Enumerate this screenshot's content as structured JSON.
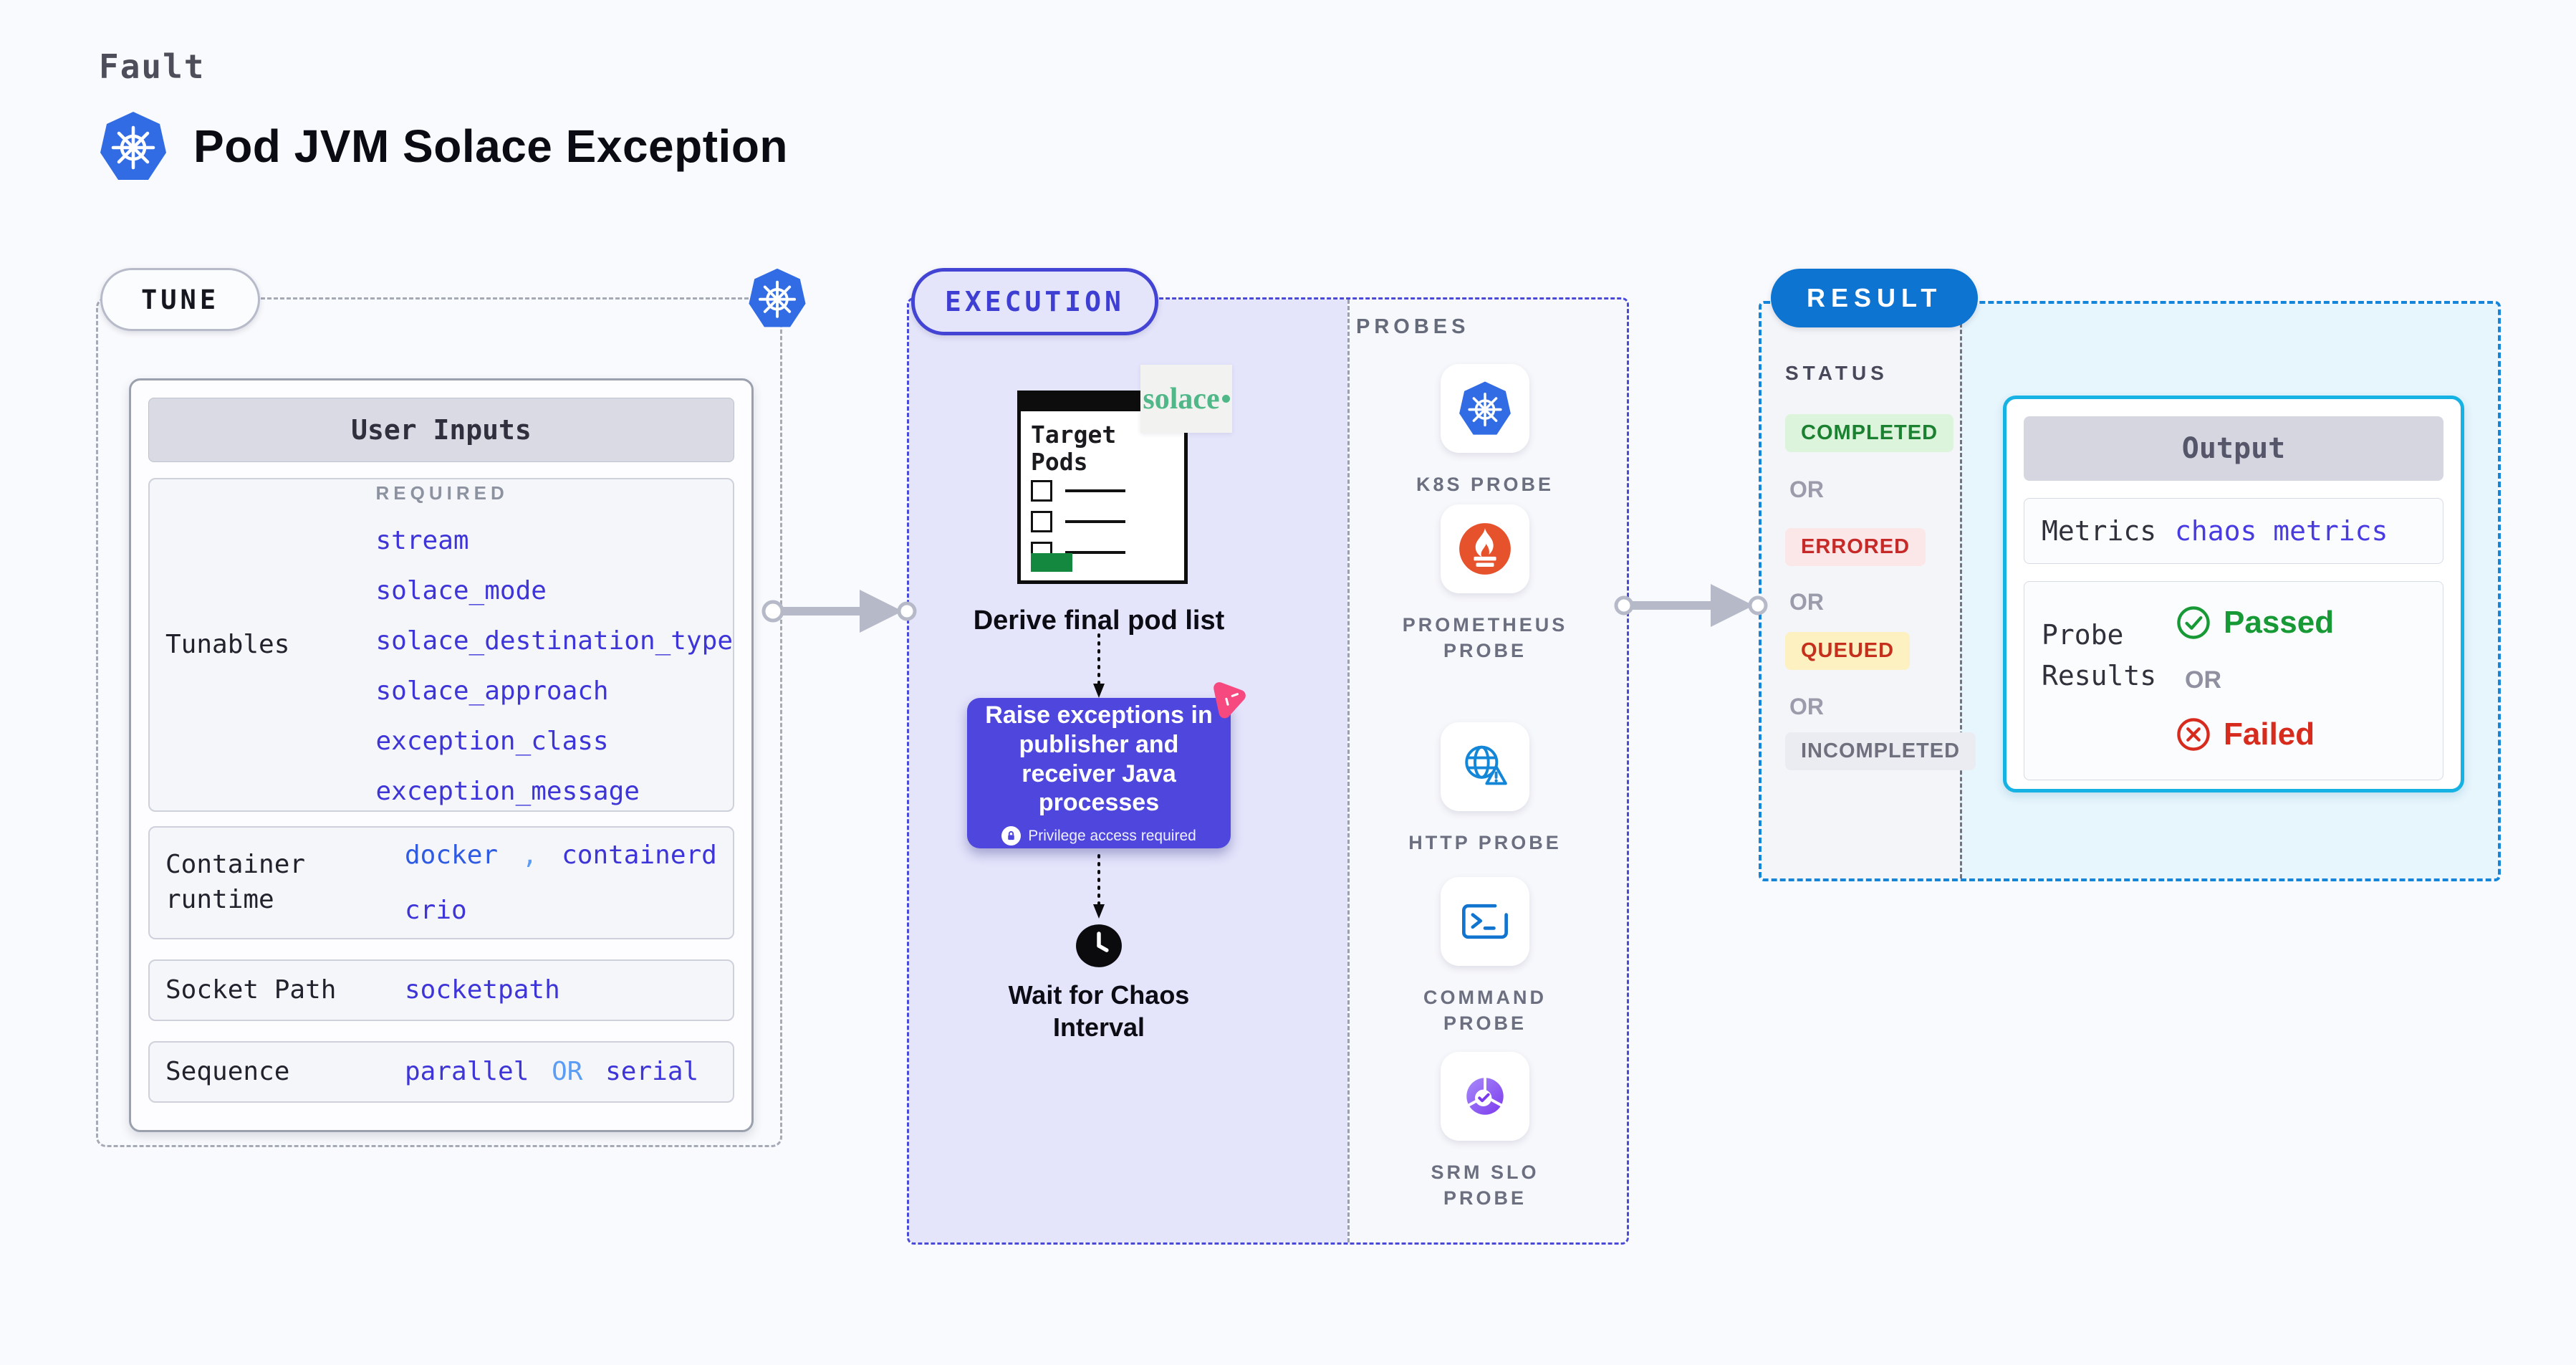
{
  "header": {
    "kicker": "Fault",
    "title": "Pod JVM Solace Exception"
  },
  "tune": {
    "badge": "TUNE",
    "card_title": "User Inputs",
    "tunables": {
      "label": "Tunables",
      "required_label": "REQUIRED",
      "items": [
        "stream",
        "solace_mode",
        "solace_destination_type",
        "solace_approach",
        "exception_class",
        "exception_message"
      ]
    },
    "container_runtime": {
      "label": "Container runtime",
      "value1": "docker",
      "separator": ",",
      "value2": "containerd",
      "value3": "crio"
    },
    "socket_path": {
      "label": "Socket Path",
      "value": "socketpath"
    },
    "sequence": {
      "label": "Sequence",
      "value1": "parallel",
      "or": "OR",
      "value2": "serial"
    }
  },
  "execution": {
    "badge": "EXECUTION",
    "target_window": {
      "title": "Target Pods"
    },
    "solace_logo": "solace",
    "derive_label": "Derive final pod list",
    "raise_box": {
      "text": "Raise exceptions in publisher and receiver Java processes",
      "privilege": "Privilege access required"
    },
    "wait_label": "Wait for Chaos Interval",
    "probes_label": "PROBES",
    "probes": [
      {
        "label": "K8S PROBE",
        "icon": "kubernetes-wheel"
      },
      {
        "label": "PROMETHEUS PROBE",
        "icon": "prometheus-flame"
      },
      {
        "label": "HTTP PROBE",
        "icon": "globe-alert"
      },
      {
        "label": "COMMAND PROBE",
        "icon": "terminal"
      },
      {
        "label": "SRM SLO PROBE",
        "icon": "slo-gauge-check"
      }
    ]
  },
  "result": {
    "badge": "RESULT",
    "status_label": "STATUS",
    "or_label": "OR",
    "statuses": [
      {
        "label": "COMPLETED",
        "bg": "#dcf3dc",
        "color": "#1b8030"
      },
      {
        "label": "ERRORED",
        "bg": "#fbe7e7",
        "color": "#c62a28"
      },
      {
        "label": "QUEUED",
        "bg": "#fdf1c2",
        "color": "#c5301d"
      },
      {
        "label": "INCOMPLETED",
        "bg": "#ebecf2",
        "color": "#6e707e"
      }
    ],
    "output": {
      "title": "Output",
      "metrics_label": "Metrics",
      "metrics_value": "chaos metrics",
      "probe_results_label": "Probe Results",
      "passed": "Passed",
      "or": "OR",
      "failed": "Failed"
    }
  },
  "icons": {
    "kubernetes": "blue-heptagon-helm-wheel",
    "prometheus": "orange-circle-flame",
    "http_probe": "globe-with-warning-triangle",
    "command_probe": "terminal-prompt",
    "srm_slo_probe": "purple-gauge-with-check",
    "clock": "black-clock",
    "lock": "white-lock-badge",
    "chaos": "pink-chaos-triangle",
    "passed": "green-check-circle",
    "failed": "red-x-circle"
  },
  "colors": {
    "value_indigo": "#3e35d8",
    "value_blue": "#2f5ae2",
    "value_lightblue": "#5b9cf5",
    "metrics_value": "#483be2",
    "passed_green": "#179a35",
    "failed_red": "#d72b1e",
    "kubernetes_blue": "#326ce5",
    "prometheus_orange": "#e6522c",
    "solace_green": "#50b788",
    "chaos_pink": "#f6497f",
    "execution_indigo": "#4444d4",
    "result_blue": "#0d74d1",
    "output_border_cyan": "#16b2e4"
  }
}
